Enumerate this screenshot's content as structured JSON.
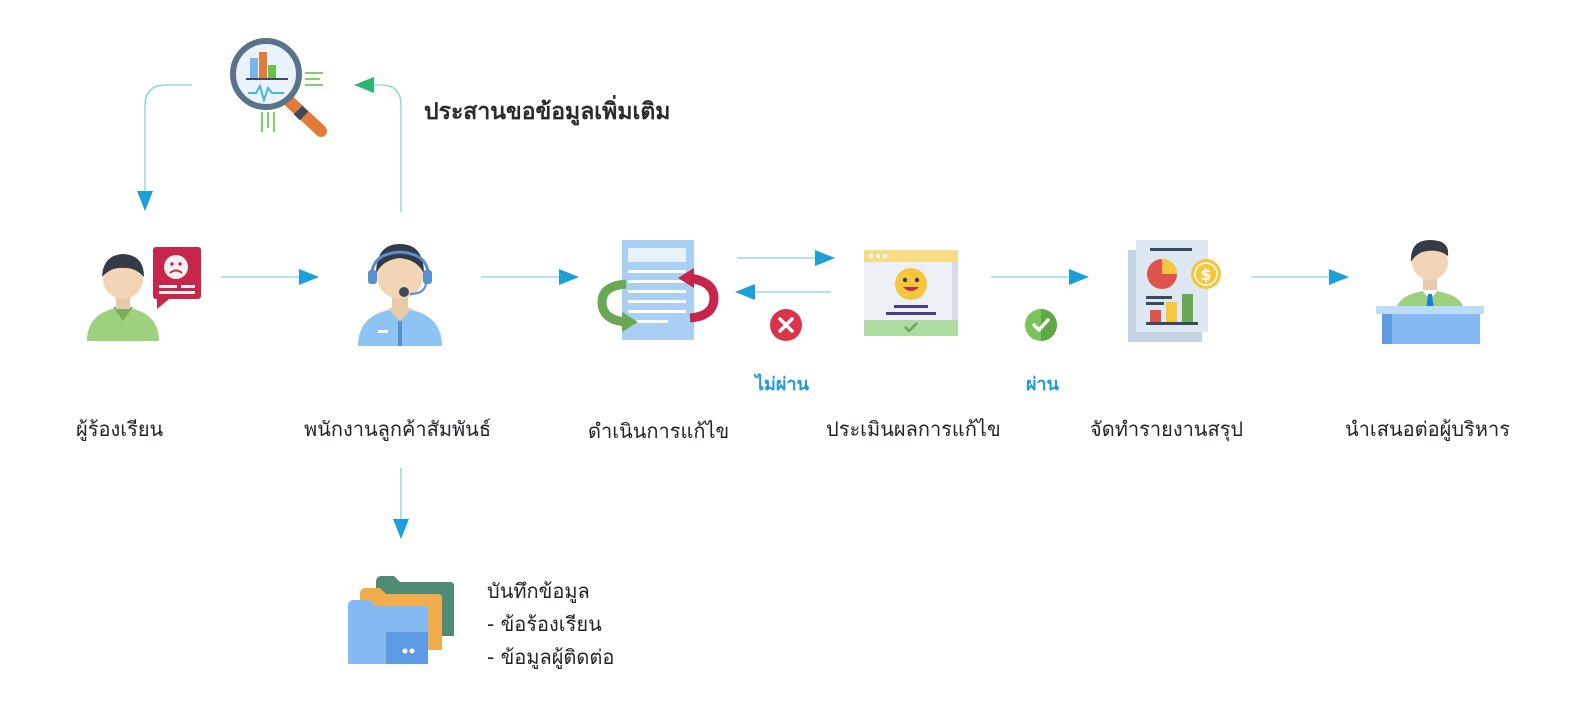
{
  "colors": {
    "arrow": "#1a9fd8",
    "arrow_green": "#2bb673",
    "connector": "#7fd0ea",
    "fail": "#d9344b",
    "pass": "#7cc35a",
    "status_text": "#1f9bd7"
  },
  "feedback_loop": {
    "label": "ประสานขอข้อมูลเพิ่มเติม",
    "icon": "magnifier-chart-icon"
  },
  "steps": [
    {
      "label": "ผู้ร้องเรียน",
      "icon": "complainant-icon"
    },
    {
      "label": "พนักงานลูกค้าสัมพันธ์",
      "icon": "customer-service-agent-icon"
    },
    {
      "label": "ดำเนินการแก้ไข",
      "icon": "document-cycle-icon"
    },
    {
      "label": "ประเมินผลการแก้ไข",
      "icon": "evaluation-screen-icon"
    },
    {
      "label": "จัดทำรายงานสรุป",
      "icon": "report-chart-icon"
    },
    {
      "label": "นำเสนอต่อผู้บริหาร",
      "icon": "executive-podium-icon"
    }
  ],
  "decisions": {
    "fail": {
      "label": "ไม่ผ่าน",
      "icon": "x-circle-icon"
    },
    "pass": {
      "label": "ผ่าน",
      "icon": "check-circle-icon"
    }
  },
  "record": {
    "icon": "folders-icon",
    "lines": [
      "บันทึกข้อมูล",
      "- ข้อร้องเรียน",
      "- ข้อมูลผู้ติดต่อ"
    ]
  }
}
